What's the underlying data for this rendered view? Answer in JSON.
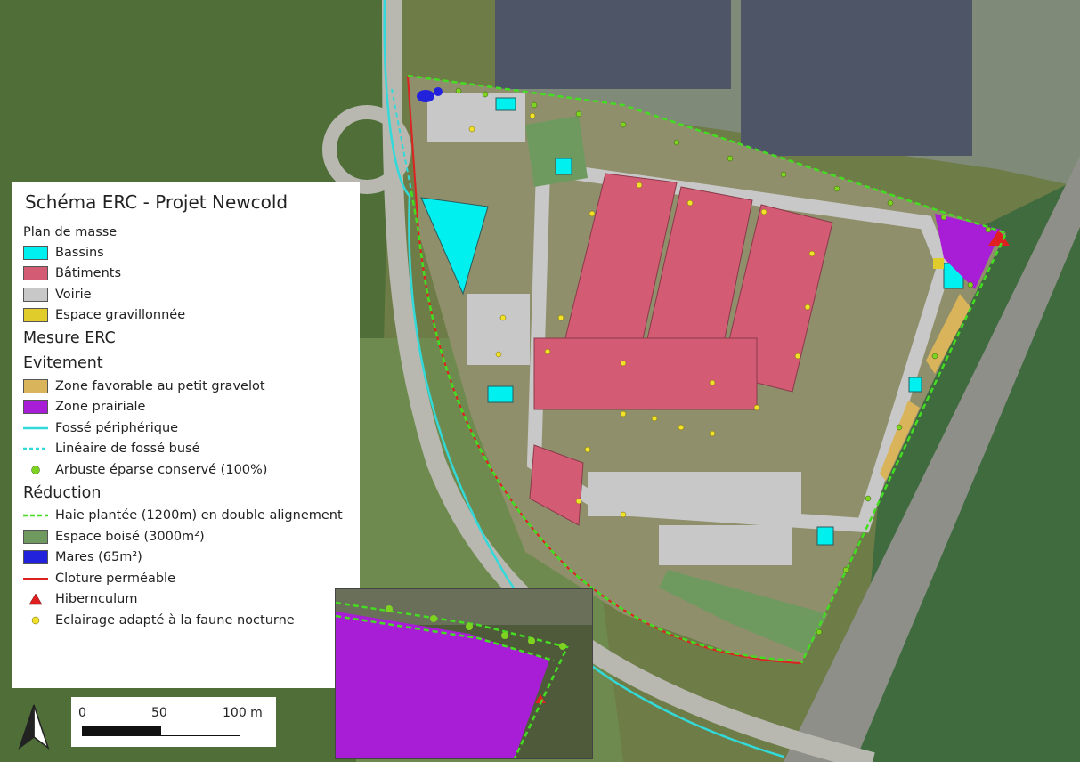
{
  "map": {
    "title": "Schéma ERC - Projet Newcold",
    "sections": {
      "plan_de_masse": "Plan de masse",
      "mesure_erc": "Mesure ERC",
      "evitement": "Evitement",
      "reduction": "Réduction"
    },
    "legend": {
      "bassins": "Bassins",
      "batiments": "Bâtiments",
      "voirie": "Voirie",
      "gravillon": "Espace gravillonnée",
      "gravelot": "Zone favorable au petit gravelot",
      "prairiale": "Zone prairiale",
      "fosse": "Fossé périphérique",
      "fosse_buse": "Linéaire de fossé busé",
      "arbuste": "Arbuste éparse conservé (100%)",
      "haie": "Haie plantée (1200m) en double alignement",
      "boise": "Espace boisé (3000m²)",
      "mares": "Mares (65m²)",
      "cloture": "Cloture perméable",
      "hibernaculum": "Hibernculum",
      "eclairage": "Eclairage adapté à la faune nocturne"
    },
    "scale": {
      "labels": [
        "0",
        "50",
        "100 m"
      ]
    },
    "colors": {
      "bassins": "#00f0f0",
      "batiments": "#d45b74",
      "voirie": "#c8c8c8",
      "gravillon": "#e0cc2a",
      "gravelot": "#d9b45a",
      "prairiale": "#a81ed6",
      "fosse": "#33d9d9",
      "arbuste": "#7ed321",
      "haie": "#44dd22",
      "boise": "#6f9a5f",
      "mares": "#2222dd",
      "cloture": "#dd2222",
      "hibernaculum": "#e02020",
      "eclairage": "#f2e12a"
    }
  }
}
